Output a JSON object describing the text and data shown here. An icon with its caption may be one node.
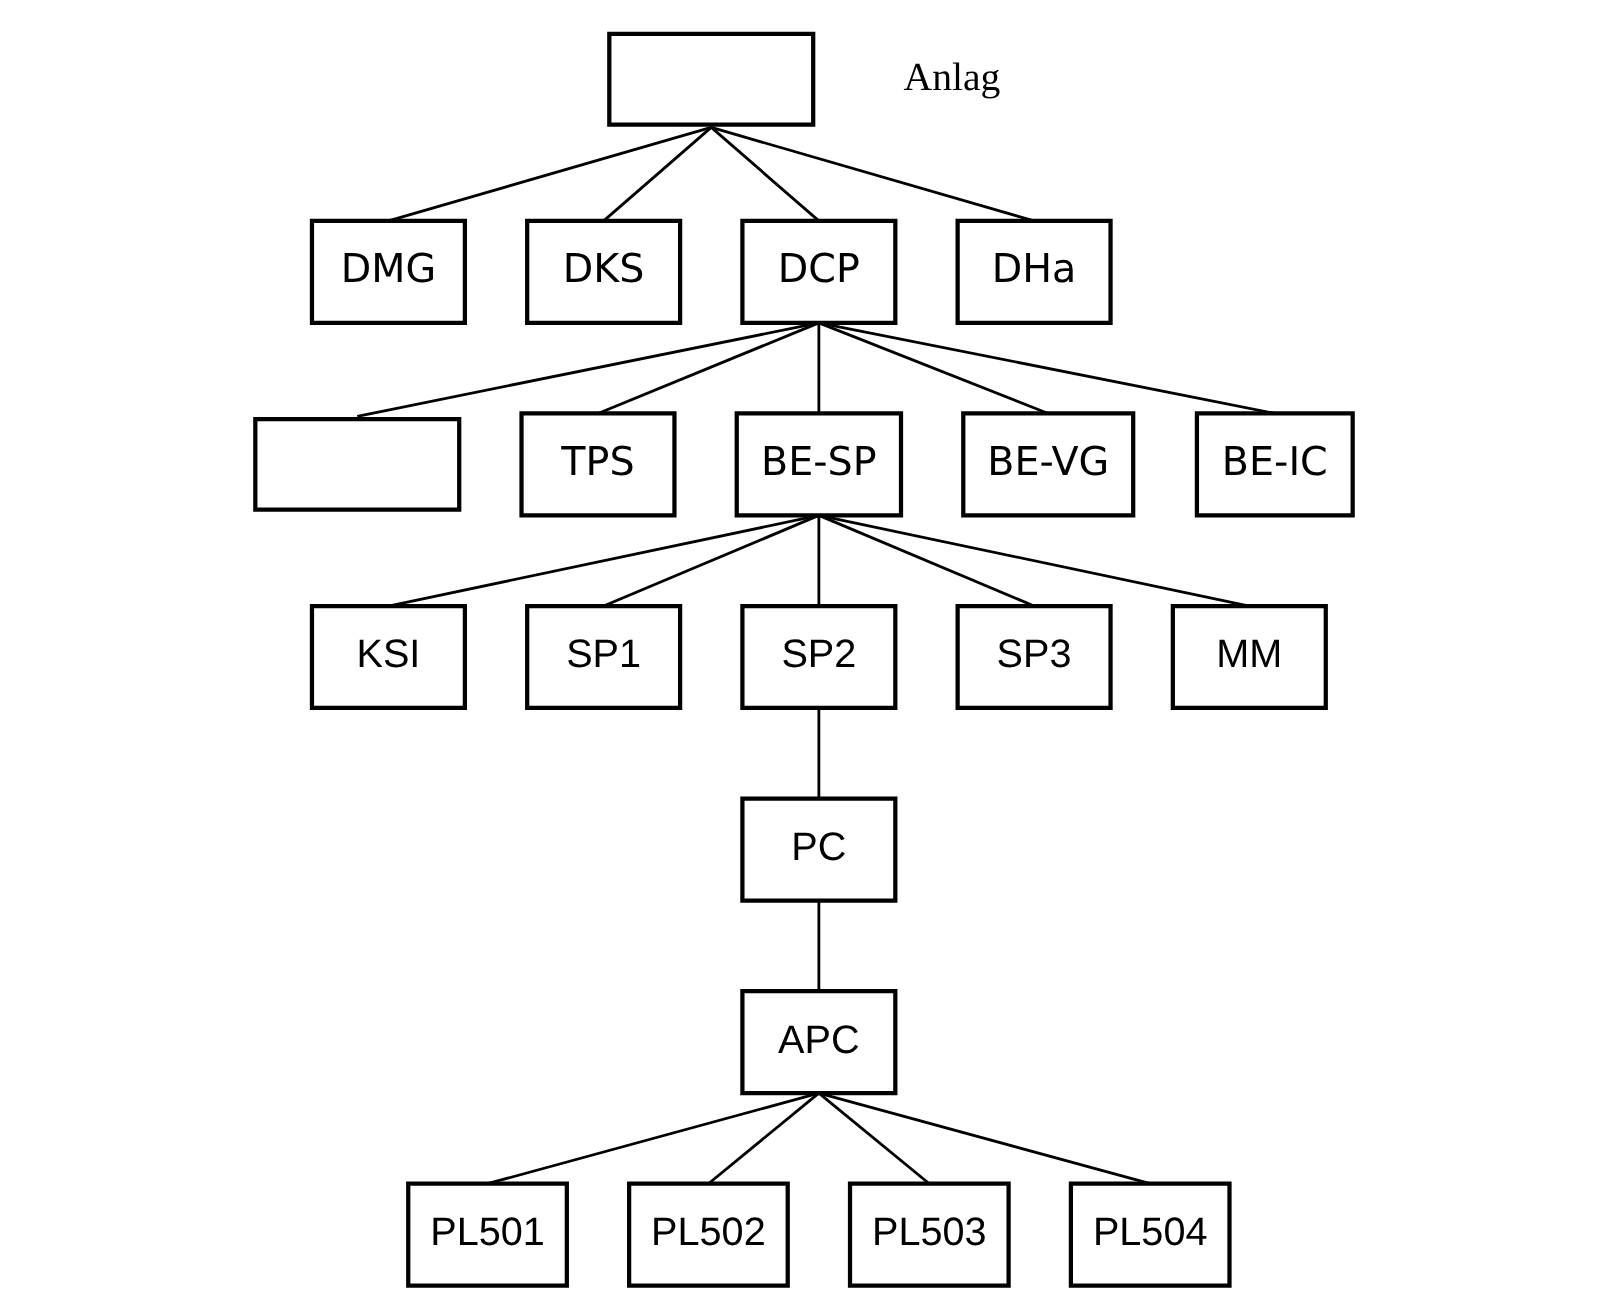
{
  "diagram": {
    "nodes": [
      {
        "text": [],
        "shape": "box"
      },
      {
        "text": [
          "DMG"
        ]
      },
      {
        "text": [
          "DKS"
        ]
      },
      {
        "text": [
          "DCP"
        ]
      },
      {
        "text": [
          "DHa"
        ]
      },
      {
        "text": [],
        "shape": "box"
      },
      {
        "text": [
          "TPS"
        ]
      },
      {
        "text": [
          "BE-SP"
        ]
      },
      {
        "text": [
          "BE-VG"
        ]
      },
      {
        "text": [
          "BE-IC"
        ]
      },
      {
        "text": [
          "KSI"
        ]
      },
      {
        "text": [
          "SP1"
        ]
      },
      {
        "text": [
          "SP2"
        ]
      },
      {
        "text": [
          "SP3"
        ]
      },
      {
        "text": [
          "MM"
        ]
      },
      {
        "text": [
          "PC"
        ]
      },
      {
        "text": [
          "APC"
        ]
      },
      {
        "text": [
          "PL501"
        ]
      },
      {
        "text": [
          "PL502"
        ]
      },
      {
        "text": [
          "PL503"
        ]
      },
      {
        "text": [
          "PL504"
        ]
      }
    ],
    "edges": [
      {
        "from": 0,
        "to": 1,
        "arrow": "none"
      },
      {
        "from": 0,
        "to": 2,
        "arrow": "none"
      },
      {
        "from": 0,
        "to": 3,
        "arrow": "none"
      },
      {
        "from": 0,
        "to": 4,
        "arrow": "none"
      },
      {
        "from": 3,
        "to": 5,
        "arrow": "none"
      },
      {
        "from": 3,
        "to": 6,
        "arrow": "none"
      },
      {
        "from": 3,
        "to": 7,
        "arrow": "none"
      },
      {
        "from": 3,
        "to": 8,
        "arrow": "none"
      },
      {
        "from": 3,
        "to": 9,
        "arrow": "none"
      },
      {
        "from": 7,
        "to": 10,
        "arrow": "none"
      },
      {
        "from": 7,
        "to": 11,
        "arrow": "none"
      },
      {
        "from": 7,
        "to": 12,
        "arrow": "none"
      },
      {
        "from": 7,
        "to": 13,
        "arrow": "none"
      },
      {
        "from": 7,
        "to": 14,
        "arrow": "none"
      },
      {
        "from": 12,
        "to": 15,
        "arrow": "none"
      },
      {
        "from": 15,
        "to": 16,
        "arrow": "none"
      },
      {
        "from": 16,
        "to": 17,
        "arrow": "none"
      },
      {
        "from": 16,
        "to": 18,
        "arrow": "none"
      },
      {
        "from": 16,
        "to": 19,
        "arrow": "none"
      },
      {
        "from": 16,
        "to": 20,
        "arrow": "none"
      }
    ],
    "labels": [
      "Anlag"
    ]
  }
}
